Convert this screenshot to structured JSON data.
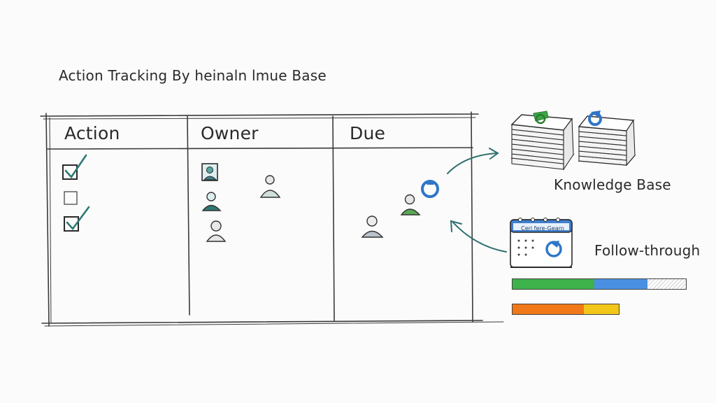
{
  "title": "Action Tracking  By  heinaln  lmue  Base",
  "table": {
    "columns": [
      "Action",
      "Owner",
      "Due"
    ],
    "checkboxes": [
      {
        "checked": true
      },
      {
        "checked": false
      },
      {
        "checked": true
      }
    ]
  },
  "knowledge_base": {
    "label": "Knowledge Base",
    "icon": "document-stack-icon"
  },
  "follow_through": {
    "label": "Follow-through",
    "calendar_header": "Ceri fere-Gearn",
    "icon": "calendar-sync-icon"
  },
  "progress_bars": [
    {
      "segments": [
        {
          "color": "#3db14a",
          "fraction": 0.47
        },
        {
          "color": "#4a90e2",
          "fraction": 0.31
        },
        {
          "color": "hatched",
          "fraction": 0.22
        }
      ]
    },
    {
      "segments": [
        {
          "color": "#f07818",
          "fraction": 0.67
        },
        {
          "color": "#f2c619",
          "fraction": 0.33
        }
      ]
    }
  ],
  "colors": {
    "ink": "#2a2a2a",
    "check_teal": "#2e7a74",
    "arrow_teal": "#2f6f6c",
    "sync_blue": "#2f76c8",
    "kb_green": "#3aa845",
    "calendar_blue": "#3f7fd0"
  }
}
